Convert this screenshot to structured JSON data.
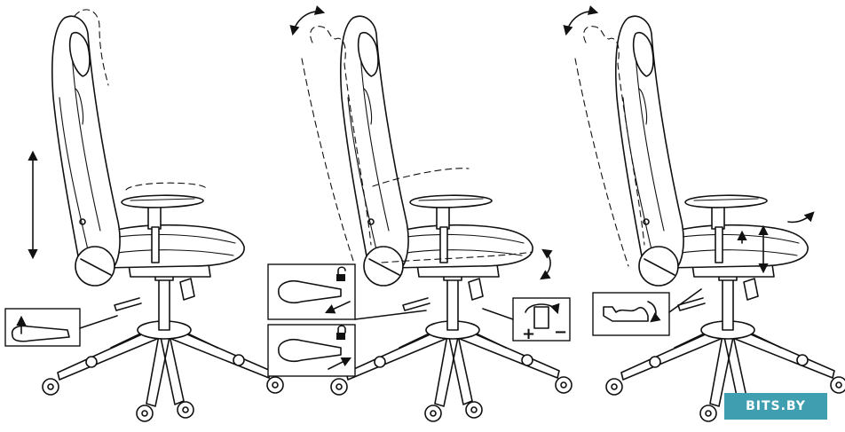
{
  "figure": {
    "panels": [
      {
        "id": "panel-1",
        "function": "seat-height-adjustment",
        "detail_inset": "gas-lift-lever"
      },
      {
        "id": "panel-2",
        "function": "backrest-recline-and-tilt-lock",
        "detail_insets": [
          "lever-unlock",
          "lever-lock",
          "tension-knob"
        ]
      },
      {
        "id": "panel-3",
        "function": "armrest-height-and-rotation",
        "detail_inset": "armrest-button"
      }
    ],
    "icons": [
      "unlocked-padlock-icon",
      "locked-padlock-icon",
      "plus-icon",
      "minus-icon",
      "rotate-arrow-icon",
      "up-down-arrow-icon"
    ],
    "tension_knob": {
      "plus_label": "+",
      "minus_label": "−"
    }
  },
  "watermark": {
    "text": "BITS.BY",
    "color": "#3f9fb0"
  }
}
